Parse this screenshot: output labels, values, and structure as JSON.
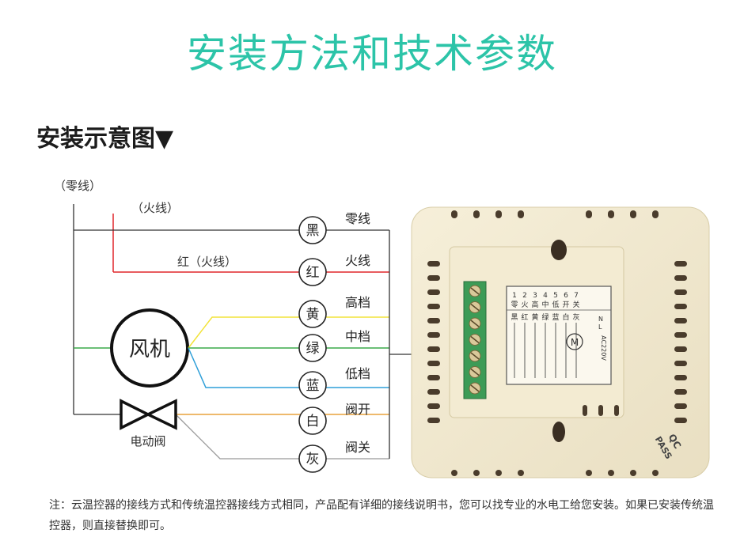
{
  "title": "安装方法和技术参数",
  "section_title": "安装示意图▼",
  "labels": {
    "neutral_top": "（零线）",
    "live_top": "（火线）",
    "red_live": "红（火线）",
    "fan": "风机",
    "valve": "电动阀"
  },
  "terminals": [
    {
      "circle": "黑",
      "label": "零线",
      "color": "#333333"
    },
    {
      "circle": "红",
      "label": "火线",
      "color": "#e0262a"
    },
    {
      "circle": "黄",
      "label": "高档",
      "color": "#f2e33a"
    },
    {
      "circle": "绿",
      "label": "中档",
      "color": "#3aaa4a"
    },
    {
      "circle": "蓝",
      "label": "低档",
      "color": "#2f9fd8"
    },
    {
      "circle": "白",
      "label": "阀开",
      "color": "#e8a23c"
    },
    {
      "circle": "灰",
      "label": "阀关",
      "color": "#999999"
    }
  ],
  "device": {
    "header_left": [
      "黑",
      "红",
      "黄",
      "绿",
      "蓝",
      "白",
      "灰"
    ],
    "header_mid": [
      "零",
      "火",
      "高",
      "中",
      "低",
      "开",
      "关"
    ],
    "numbers": [
      "1",
      "2",
      "3",
      "4",
      "5",
      "6",
      "7"
    ],
    "voltage": "AC220V",
    "n_label": "N",
    "l_label": "L",
    "motor": "M",
    "qc": "QC",
    "pass": "PASS"
  },
  "note": "注：云温控器的接线方式和传统温控器接线方式相同，产品配有详细的接线说明书，您可以找专业的水电工给您安装。如果已安装传统温控器，则直接替换即可。"
}
